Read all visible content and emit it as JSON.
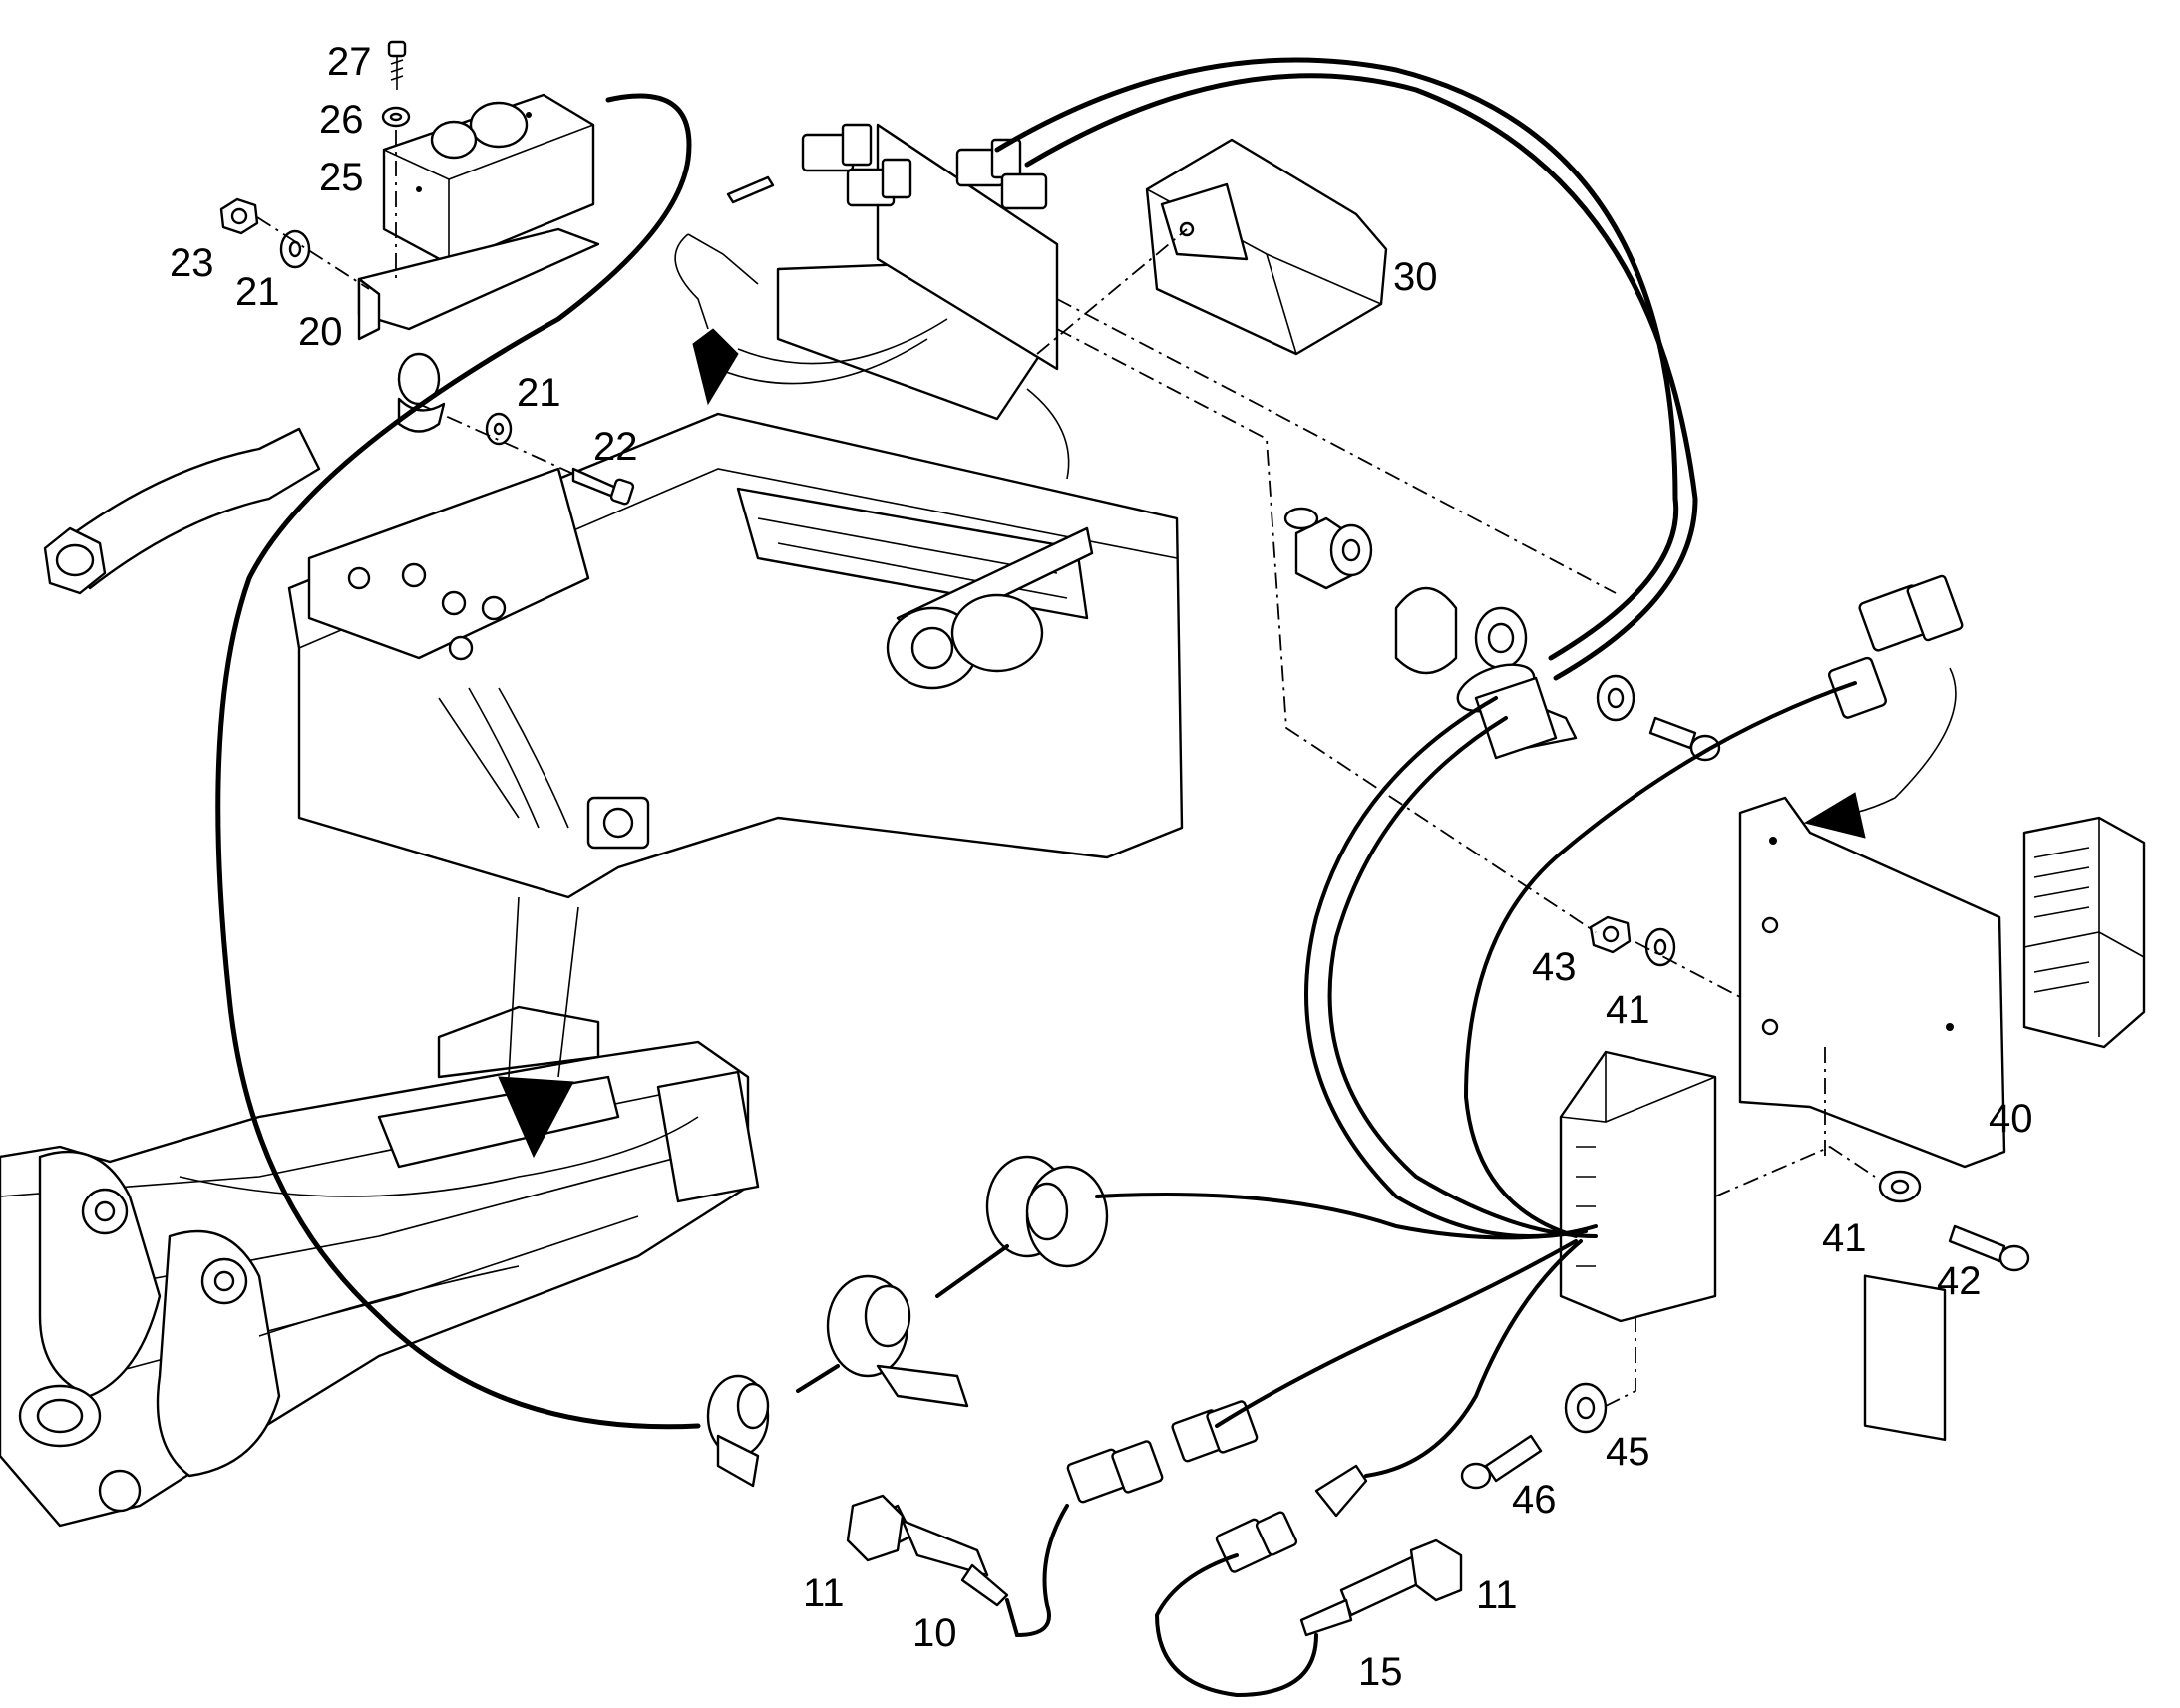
{
  "callouts": [
    {
      "id": "c27",
      "label": "27"
    },
    {
      "id": "c26",
      "label": "26"
    },
    {
      "id": "c25",
      "label": "25"
    },
    {
      "id": "c23",
      "label": "23"
    },
    {
      "id": "c21a",
      "label": "21"
    },
    {
      "id": "c20",
      "label": "20"
    },
    {
      "id": "c21b",
      "label": "21"
    },
    {
      "id": "c22",
      "label": "22"
    },
    {
      "id": "c30",
      "label": "30"
    },
    {
      "id": "c43",
      "label": "43"
    },
    {
      "id": "c41a",
      "label": "41"
    },
    {
      "id": "c40",
      "label": "40"
    },
    {
      "id": "c41b",
      "label": "41"
    },
    {
      "id": "c42",
      "label": "42"
    },
    {
      "id": "c45",
      "label": "45"
    },
    {
      "id": "c46",
      "label": "46"
    },
    {
      "id": "c11a",
      "label": "11"
    },
    {
      "id": "c10",
      "label": "10"
    },
    {
      "id": "c11b",
      "label": "11"
    },
    {
      "id": "c15",
      "label": "15"
    }
  ]
}
